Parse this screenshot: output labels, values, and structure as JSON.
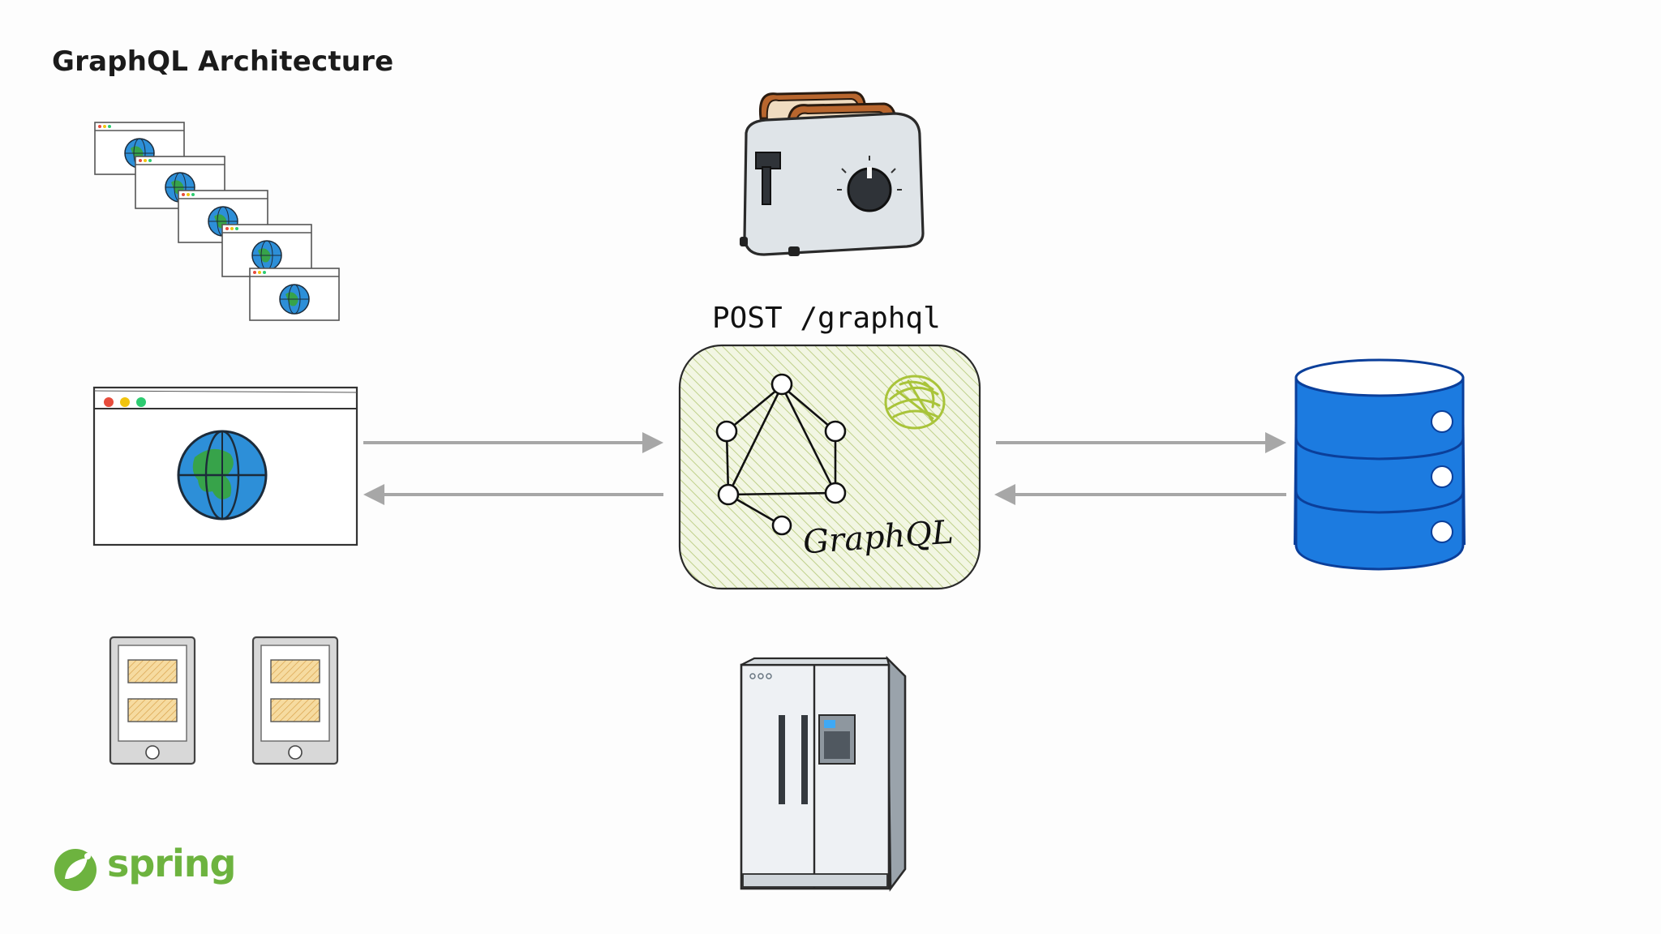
{
  "title": "GraphQL Architecture",
  "endpoint": {
    "method": "POST",
    "path": "/graphql",
    "label": "POST /graphql"
  },
  "server": {
    "logo_text": "GraphQL",
    "logo_icon": "graphql-logo-icon",
    "badge_icon": "spring-leaf-scribble-icon"
  },
  "clients": {
    "browser_stack_icon": "browser-window-stack-icon",
    "browser_icon": "browser-window-globe-icon",
    "tablet_icons": [
      "tablet-icon",
      "tablet-icon"
    ]
  },
  "devices": {
    "top": "toaster-icon",
    "bottom": "refrigerator-icon"
  },
  "datastore": {
    "icon": "database-cylinder-icon"
  },
  "branding": {
    "text": "spring",
    "icon": "spring-leaf-icon"
  },
  "colors": {
    "arrow": "#a7a7a7",
    "graphql_panel": "#eef3dc",
    "graphql_hatch": "#b4c87a",
    "database": "#1c7be0",
    "spring_green": "#6db33f"
  }
}
